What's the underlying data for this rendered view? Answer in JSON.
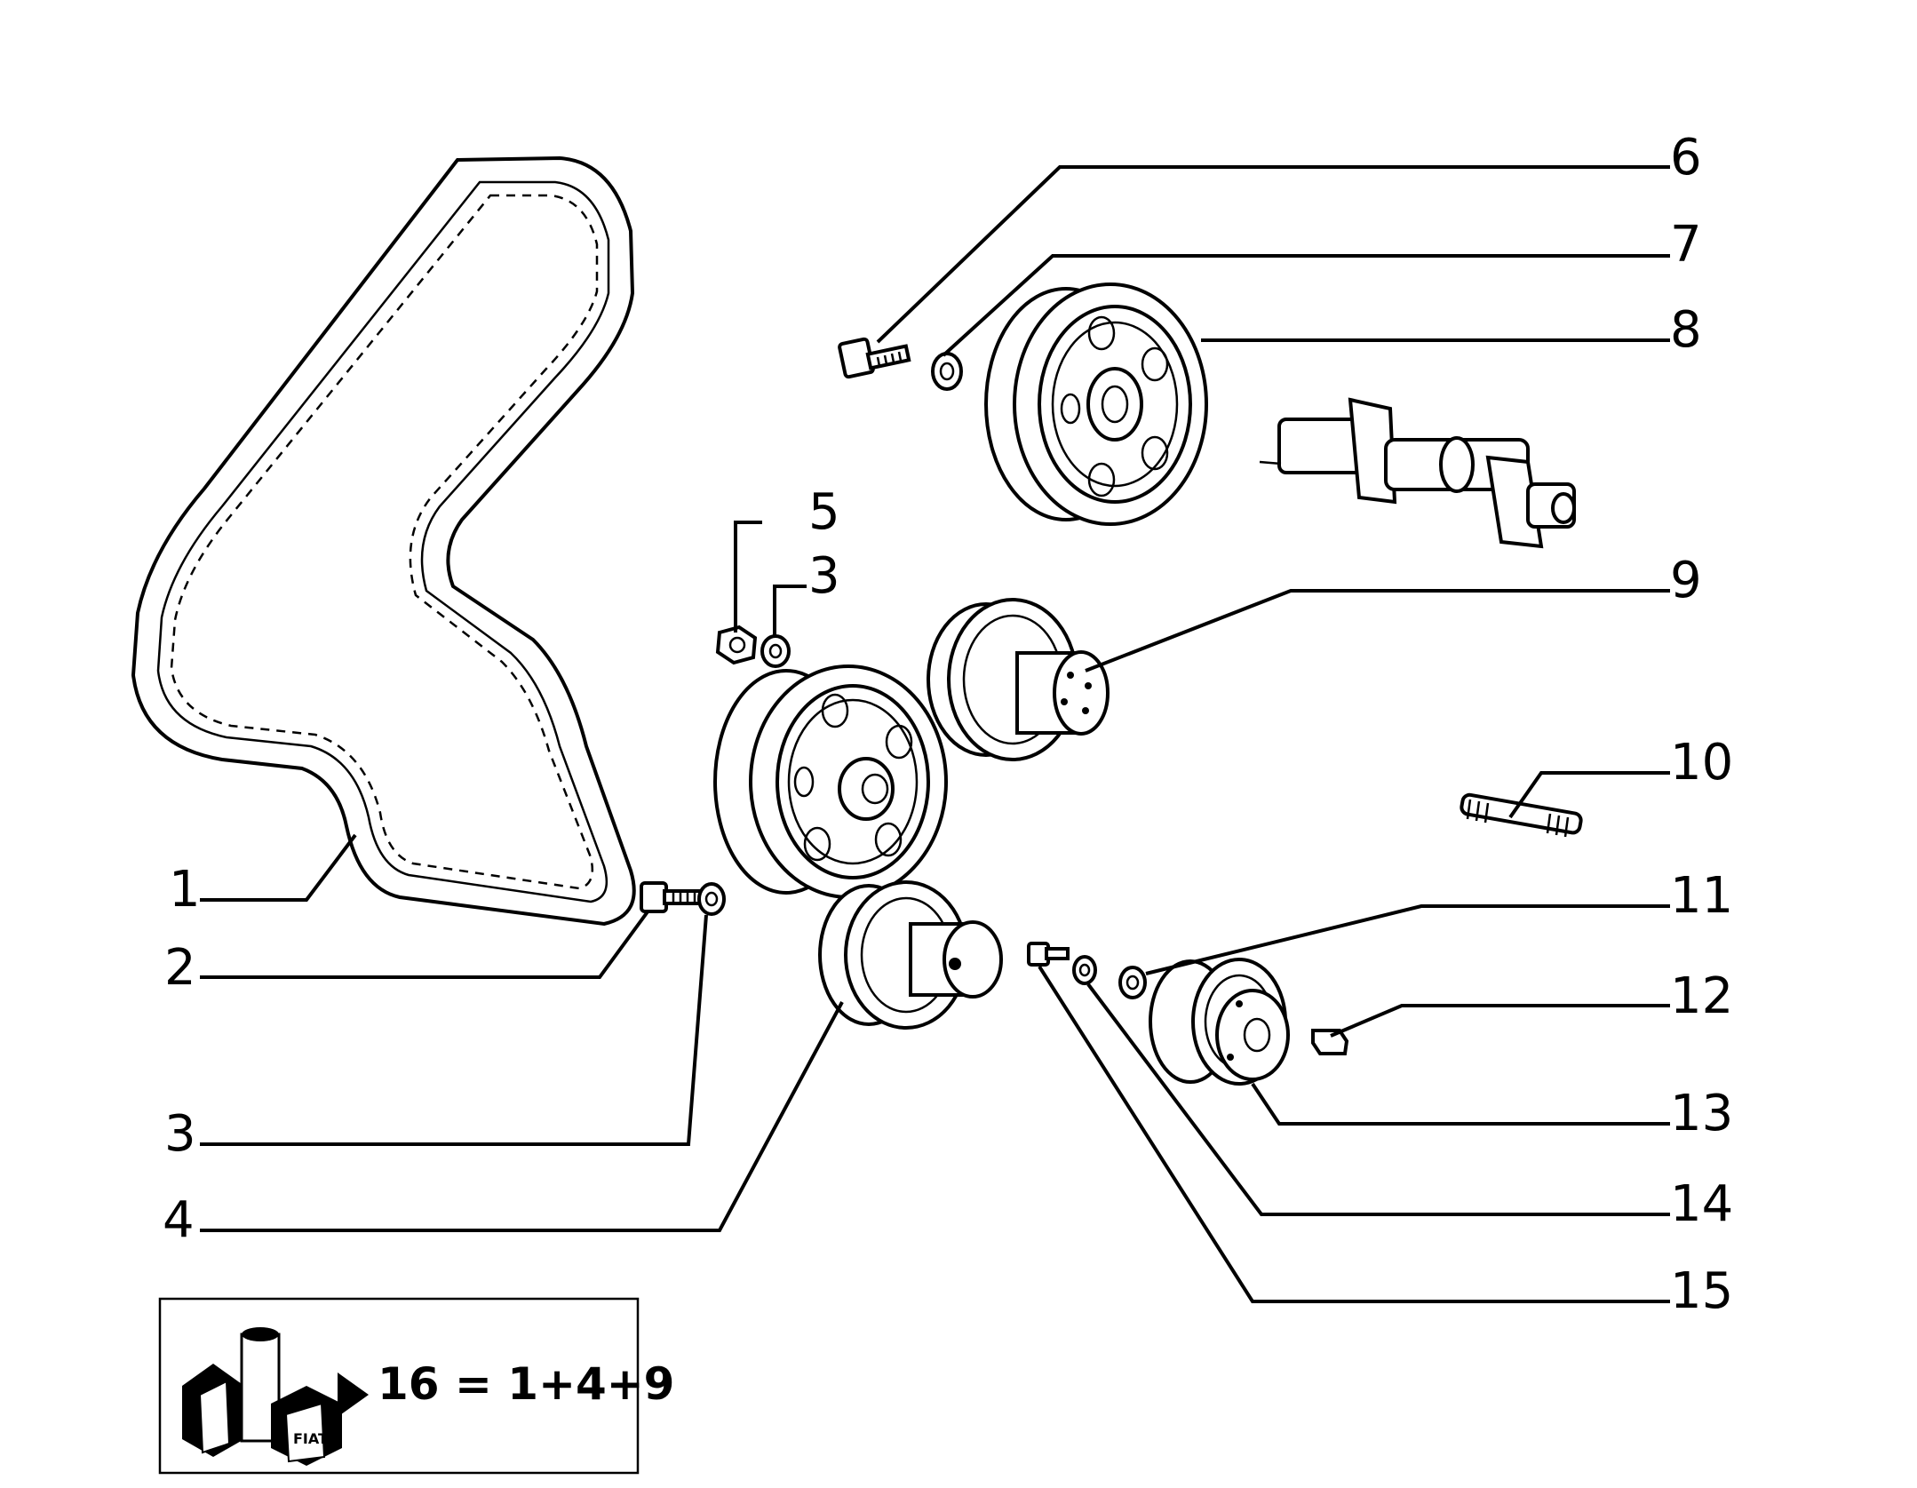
{
  "callouts": {
    "c1": "1",
    "c2": "2",
    "c3a": "3",
    "c3b": "3",
    "c4": "4",
    "c5": "5",
    "c6": "6",
    "c7": "7",
    "c8": "8",
    "c9": "9",
    "c10": "10",
    "c11": "11",
    "c12": "12",
    "c13": "13",
    "c14": "14",
    "c15": "15"
  },
  "kit": {
    "formula": "16 = 1+4+9",
    "logo_text": "FIAT"
  },
  "colors": {
    "ink": "#000000",
    "paper": "#ffffff"
  },
  "icons": [
    "timing-belt",
    "bolt",
    "washer",
    "nut",
    "camshaft-pulley",
    "camshaft",
    "tensioner-pulley",
    "idler-pulley",
    "stud",
    "crankshaft-gear",
    "key",
    "kit-box"
  ]
}
